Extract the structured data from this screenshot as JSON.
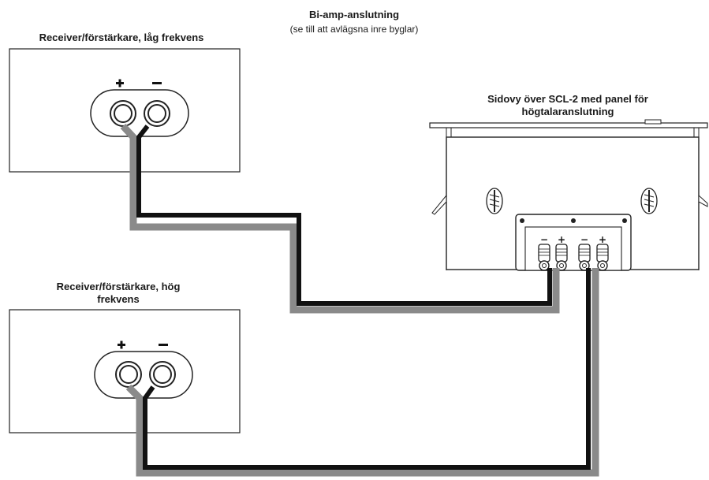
{
  "title": "Bi-amp-anslutning",
  "subtitle": "(se till att avlägsna inre byglar)",
  "receiver_low": {
    "label": "Receiver/förstärkare, låg frekvens",
    "plus": "+",
    "minus": "−"
  },
  "receiver_high": {
    "label_line1": "Receiver/förstärkare, hög",
    "label_line2": "frekvens",
    "plus": "+",
    "minus": "−"
  },
  "speaker": {
    "label_line1": "Sidovy över SCL-2 med panel för",
    "label_line2": "högtalaranslutning",
    "terminals": [
      "−",
      "+",
      "−",
      "+"
    ]
  },
  "colors": {
    "positive_wire": "#8a8a8a",
    "negative_wire": "#111111",
    "outline": "#222222"
  }
}
